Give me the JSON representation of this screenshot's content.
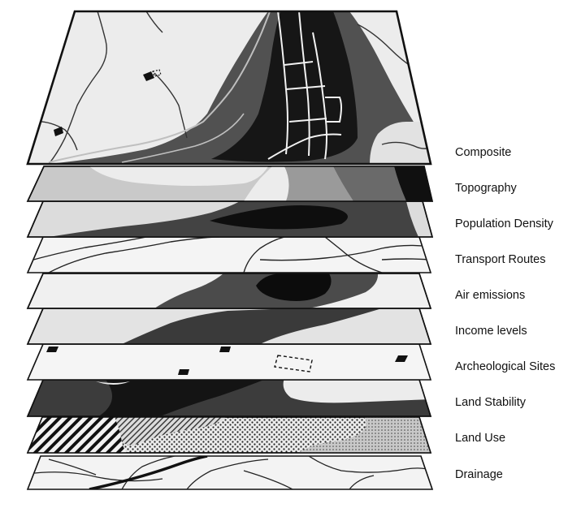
{
  "layers": [
    {
      "id": "composite",
      "label": "Composite"
    },
    {
      "id": "topography",
      "label": "Topography"
    },
    {
      "id": "population",
      "label": "Population Density"
    },
    {
      "id": "transport",
      "label": "Transport Routes"
    },
    {
      "id": "air",
      "label": "Air emissions"
    },
    {
      "id": "income",
      "label": "Income levels"
    },
    {
      "id": "archeological",
      "label": "Archeological Sites"
    },
    {
      "id": "stability",
      "label": "Land Stability"
    },
    {
      "id": "landuse",
      "label": "Land Use"
    },
    {
      "id": "drainage",
      "label": "Drainage"
    }
  ],
  "colors": {
    "background": "#ffffff",
    "paper": "#efefef",
    "light": "#d6d6d6",
    "mid": "#8f8f8f",
    "dark": "#464646",
    "darker": "#262626",
    "black": "#0b0b0b",
    "line": "#1a1a1a"
  }
}
